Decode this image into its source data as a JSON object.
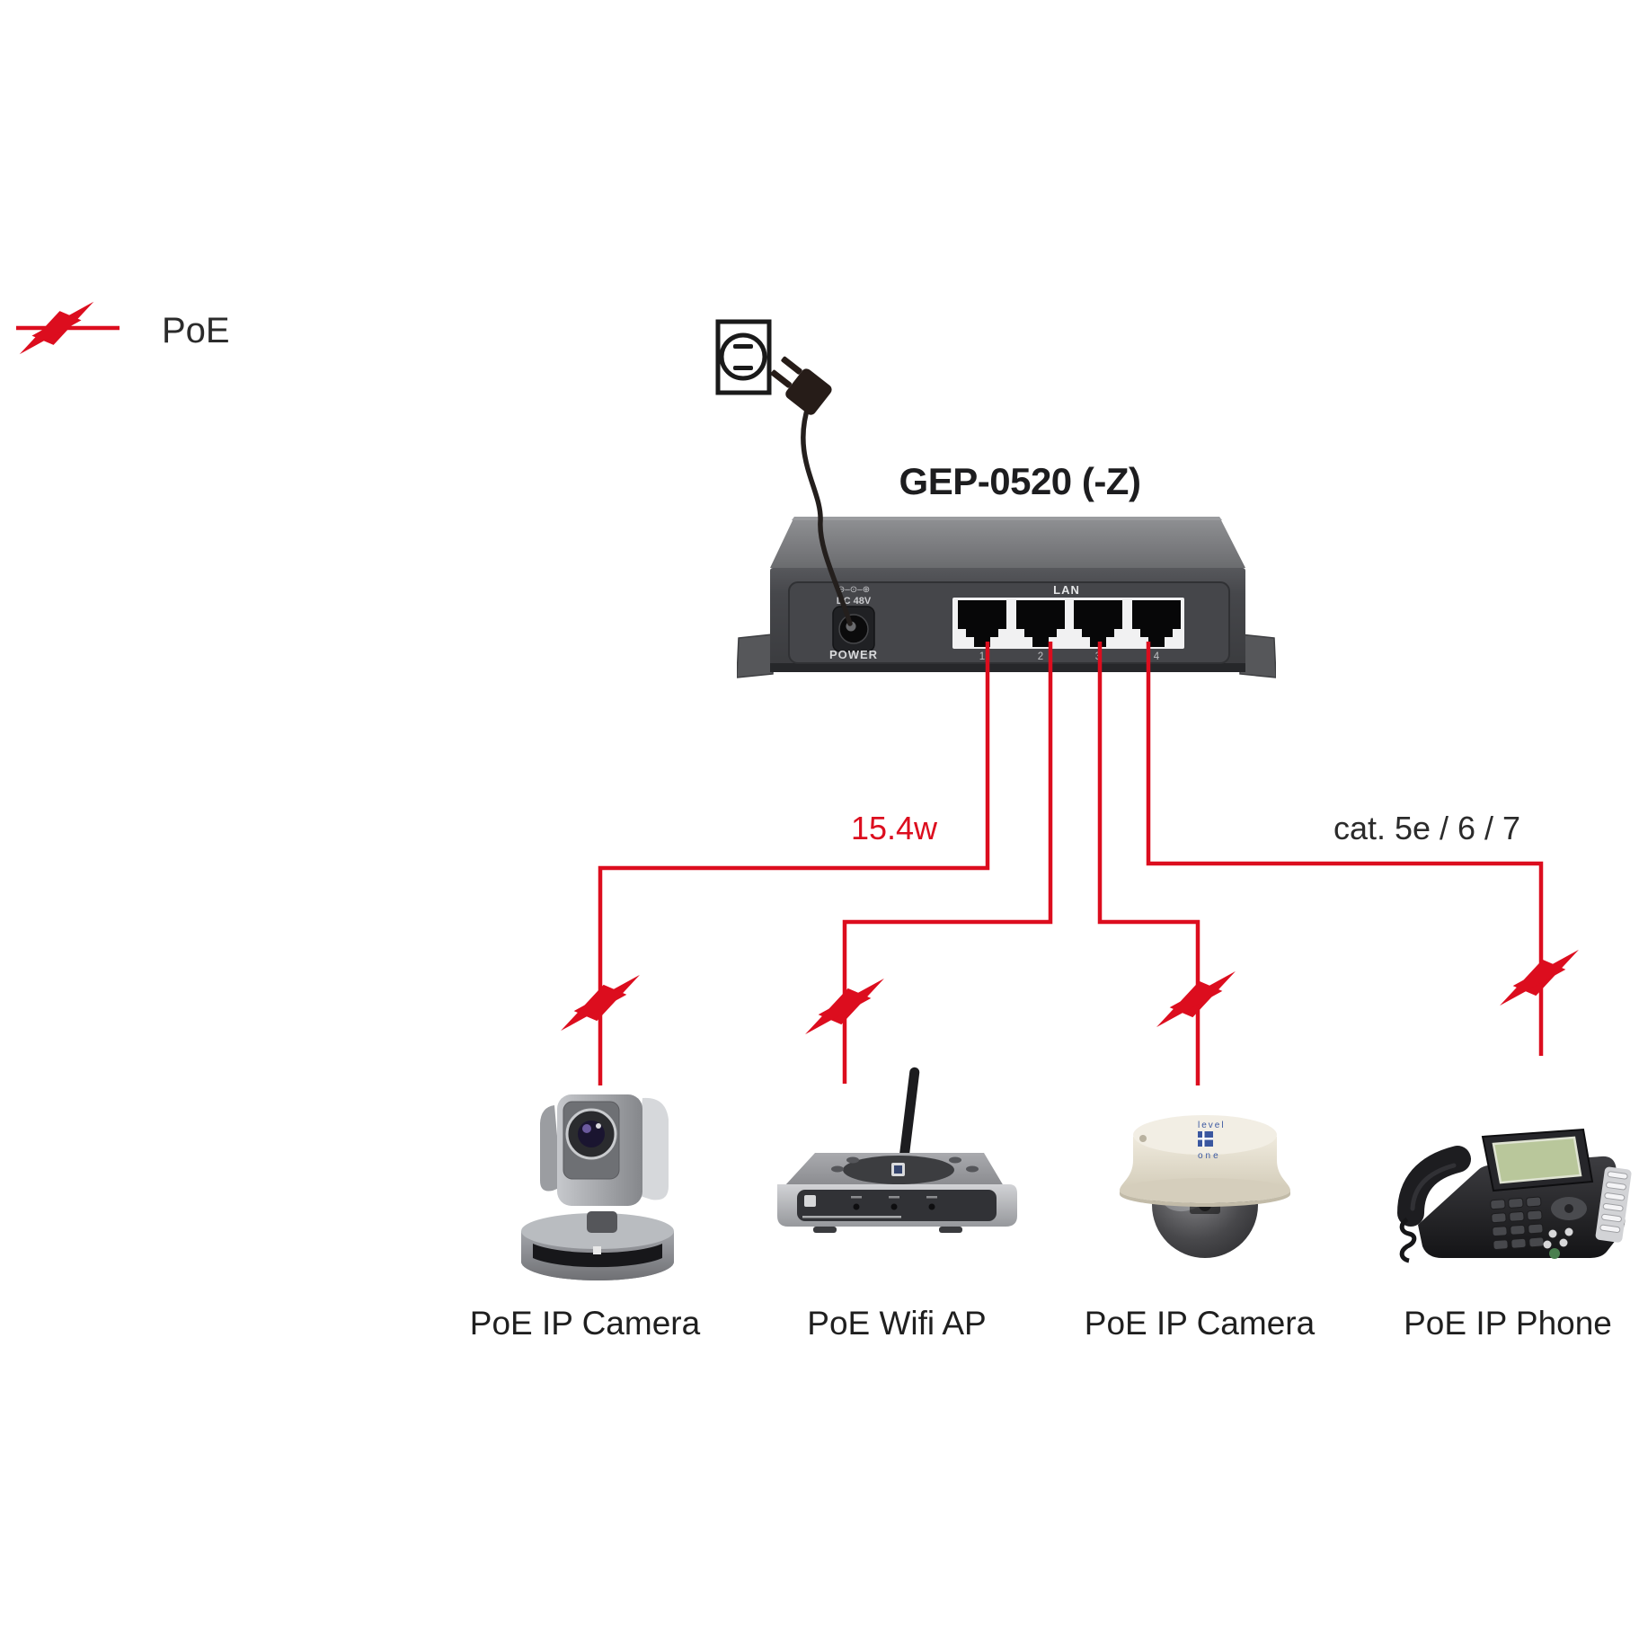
{
  "colors": {
    "poe_red": "#dc0d1e",
    "ink": "#2b2b2b",
    "switch_body": "#414246",
    "switch_top": "#86878a",
    "port_bezel": "#f1f1f2"
  },
  "icons": {
    "poe_bolt": "lightning-bolt",
    "power_outlet": "wall-outlet",
    "power_plug": "power-plug"
  },
  "legend": {
    "label": "PoE"
  },
  "switch": {
    "title": "GEP-0520 (-Z)",
    "polarity": "⊖–⊙–⊕",
    "dc_label": "DC 48V",
    "power_label": "POWER",
    "lan_label": "LAN",
    "ports": [
      "1",
      "2",
      "3",
      "4"
    ]
  },
  "annotations": {
    "wattage": "15.4w",
    "cable": "cat. 5e / 6 / 7"
  },
  "devices": [
    {
      "label": "PoE IP Camera"
    },
    {
      "label": "PoE Wifi AP"
    },
    {
      "label": "PoE IP Camera",
      "brand_top": "level",
      "brand_bottom": "one"
    },
    {
      "label": "PoE IP Phone"
    }
  ]
}
